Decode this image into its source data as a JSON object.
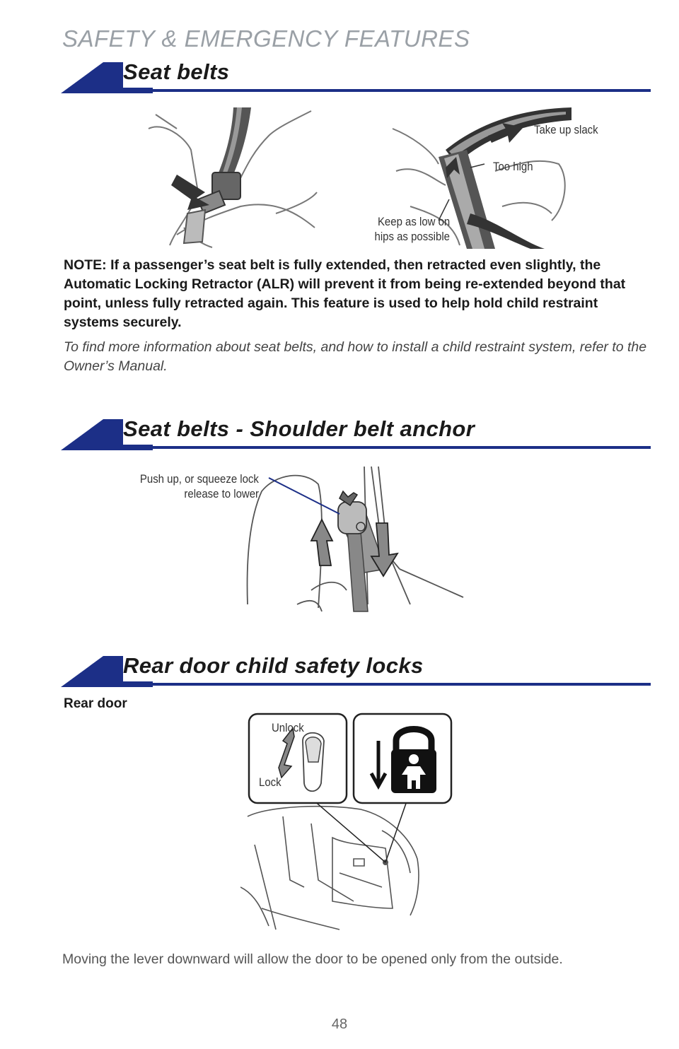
{
  "header": {
    "title": "SAFETY & EMERGENCY FEATURES"
  },
  "sections": {
    "seat_belts": {
      "title": "Seat belts",
      "callouts": {
        "take_up_slack": "Take up slack",
        "too_high": "Too high",
        "keep_low_1": "Keep as low on",
        "keep_low_2": "hips as possible"
      },
      "note": "NOTE: If a passenger’s seat belt is fully extended, then retracted even slightly, the Automatic Locking Retractor (ALR) will prevent it from being re-extended beyond that point, unless fully retracted again. This feature is used to help hold child restraint systems securely.",
      "info": "To find more information about seat belts, and how to install a child restraint system, refer to the Owner’s Manual."
    },
    "shoulder_anchor": {
      "title": "Seat belts - Shoulder belt anchor",
      "callout_1": "Push up, or squeeze lock",
      "callout_2": "release to lower"
    },
    "child_locks": {
      "title": "Rear door child safety locks",
      "subhead": "Rear door",
      "unlock": "Unlock",
      "lock": "Lock",
      "caption": "Moving the lever downward will allow the door to be opened only from the outside."
    }
  },
  "footer": {
    "page_number": "48"
  },
  "colors": {
    "accent": "#1c2f87",
    "header_gray": "#9aa0a6"
  },
  "icons": [
    "belt-buckle-illustration",
    "lap-belt-illustration",
    "shoulder-anchor-illustration",
    "child-lock-icon",
    "rear-door-illustration"
  ]
}
